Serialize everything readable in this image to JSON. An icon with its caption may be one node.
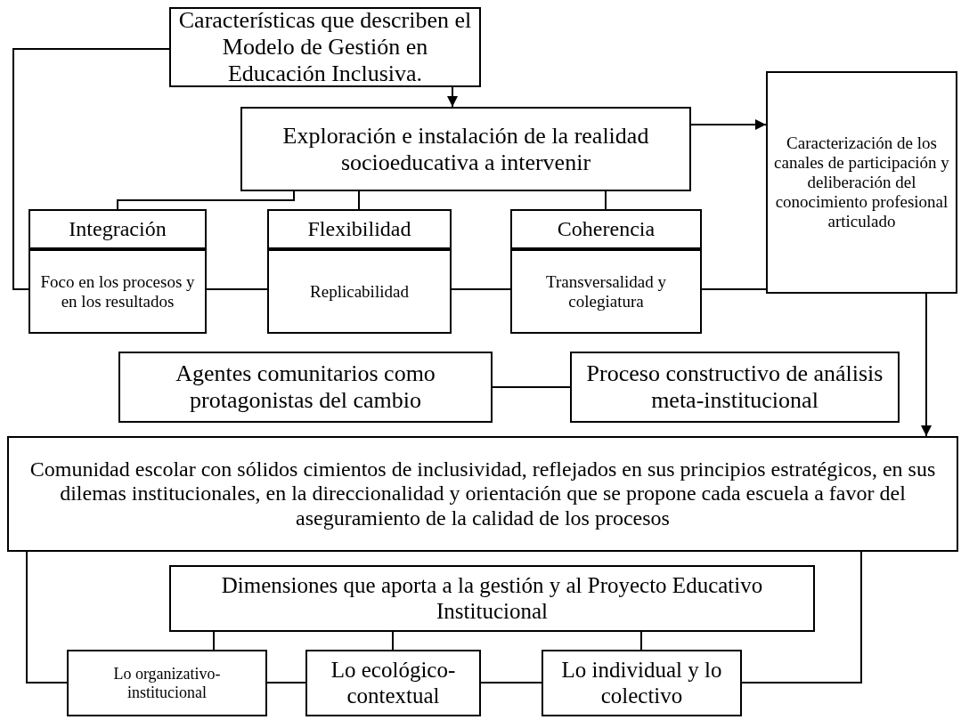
{
  "diagram": {
    "nodes": [
      {
        "text": [
          "Características que describen el Modelo de Gestión en Educación Inclusiva."
        ]
      },
      {
        "text": [
          "Exploración e instalación de la realidad socioeducativa a intervenir"
        ]
      },
      {
        "text": [
          "Caracterización de los canales de participación y deliberación del conocimiento profesional articulado"
        ]
      },
      {
        "text": [
          "Integración"
        ]
      },
      {
        "text": [
          "Foco en los procesos y en los resultados"
        ]
      },
      {
        "text": [
          "Flexibilidad"
        ]
      },
      {
        "text": [
          "Replicabilidad"
        ]
      },
      {
        "text": [
          "Coherencia"
        ]
      },
      {
        "text": [
          "Transversalidad y colegiatura"
        ]
      },
      {
        "text": [
          "Agentes comunitarios como protagonistas del cambio"
        ]
      },
      {
        "text": [
          "Proceso constructivo de análisis meta-institucional"
        ]
      },
      {
        "text": [
          "Comunidad escolar con sólidos cimientos de inclusividad, reflejados en sus principios estratégicos, en sus dilemas institucionales, en la direccionalidad y orientación que se propone cada escuela a favor del aseguramiento de la calidad de los procesos"
        ]
      },
      {
        "text": [
          "Dimensiones que aporta a la gestión y al Proyecto Educativo Institucional"
        ]
      },
      {
        "text": [
          "Lo organizativo-institucional"
        ]
      },
      {
        "text": [
          "Lo ecológico-contextual"
        ]
      },
      {
        "text": [
          "Lo individual y lo colectivo"
        ]
      }
    ],
    "edges": [
      {
        "from": 0,
        "to": 1,
        "arrow": "to"
      },
      {
        "from": 1,
        "to": 2,
        "arrow": "to"
      },
      {
        "from": 2,
        "to": 11,
        "arrow": "to"
      },
      {
        "from": 1,
        "to": 3,
        "arrow": "none"
      },
      {
        "from": 1,
        "to": 5,
        "arrow": "none"
      },
      {
        "from": 1,
        "to": 7,
        "arrow": "none"
      },
      {
        "from": 0,
        "to": 4,
        "arrow": "none"
      },
      {
        "from": 4,
        "to": 6,
        "arrow": "none"
      },
      {
        "from": 6,
        "to": 8,
        "arrow": "none"
      },
      {
        "from": 8,
        "to": 2,
        "arrow": "none"
      },
      {
        "from": 9,
        "to": 10,
        "arrow": "none"
      },
      {
        "from": 15,
        "to": 11,
        "arrow": "none"
      },
      {
        "from": 11,
        "to": 13,
        "arrow": "none"
      },
      {
        "from": 12,
        "to": 13,
        "arrow": "none"
      },
      {
        "from": 12,
        "to": 14,
        "arrow": "none"
      },
      {
        "from": 12,
        "to": 15,
        "arrow": "none"
      },
      {
        "from": 13,
        "to": 14,
        "arrow": "none"
      },
      {
        "from": 14,
        "to": 15,
        "arrow": "none"
      }
    ]
  }
}
